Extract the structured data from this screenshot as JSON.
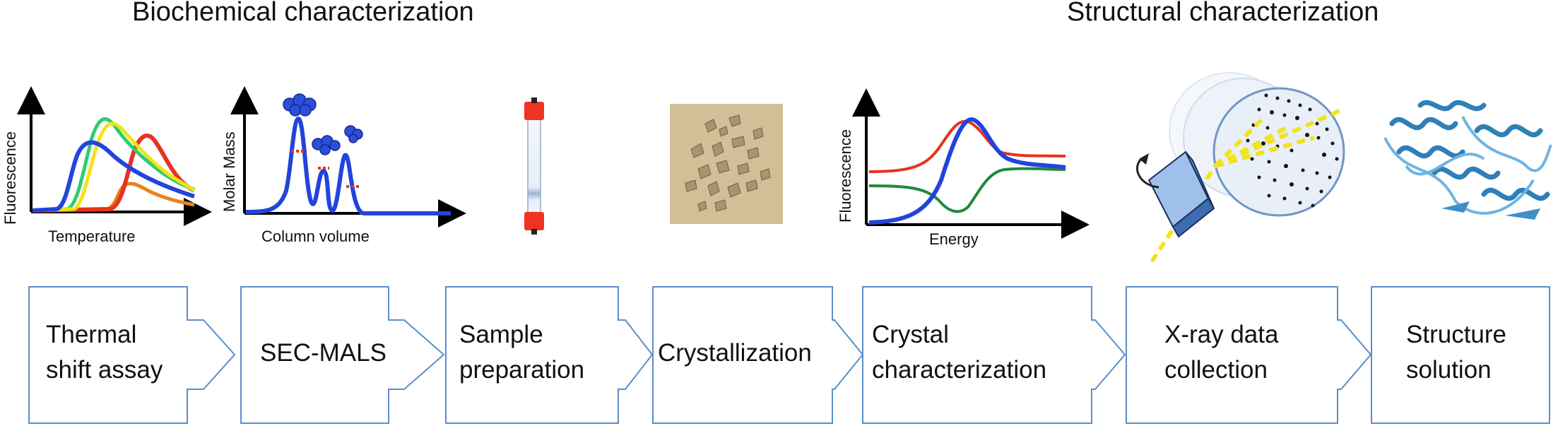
{
  "headers": {
    "biochemical": "Biochemical characterization",
    "structural": "Structural characterization"
  },
  "plots": {
    "thermal": {
      "y_label": "Fluorescence",
      "x_label": "Temperature"
    },
    "secmals": {
      "y_label": "Molar Mass",
      "x_label": "Column volume"
    },
    "fluorescence": {
      "y_label": "Fluorescence",
      "x_label": "Energy"
    }
  },
  "steps": [
    {
      "line1": "Thermal",
      "line2": "shift assay"
    },
    {
      "line1": "SEC-MALS"
    },
    {
      "line1": "Sample",
      "line2": "preparation"
    },
    {
      "line1": "Crystallization"
    },
    {
      "line1": "Crystal",
      "line2": "characterization"
    },
    {
      "line1": "X-ray data",
      "line2": "collection"
    },
    {
      "line1": "Structure",
      "line2": "solution"
    }
  ],
  "colors": {
    "box_border": "#5b8ec7",
    "axis": "#000000",
    "curve_blue": "#2244dd",
    "curve_red": "#e8321e",
    "curve_green": "#1f8a3a",
    "column_cap": "#ee3322",
    "protein": "#3d8fc6"
  }
}
